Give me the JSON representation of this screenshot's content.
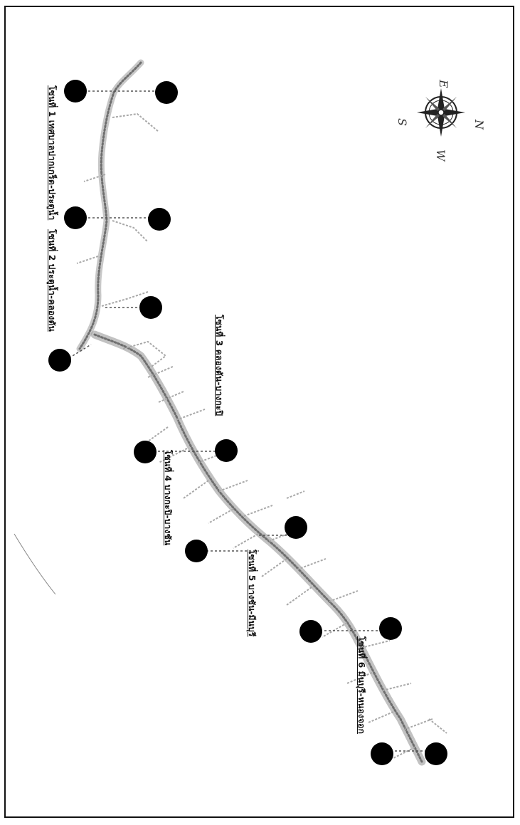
{
  "map": {
    "zones": [
      {
        "id": "zone-1",
        "label": "โซนที่ 1 เทศบาลปากเกร็ด-ประตูน้ำ"
      },
      {
        "id": "zone-2",
        "label": "โซนที่ 2 ประตูน้ำ-คลองตัน"
      },
      {
        "id": "zone-3",
        "label": "โซนที่ 3 คลองตัน-บางกะปิ"
      },
      {
        "id": "zone-4",
        "label": "โซนที่ 4 บางกะปิ-บางชัน"
      },
      {
        "id": "zone-5",
        "label": "โซนที่ 5 บางชัน-มีนบุรี"
      },
      {
        "id": "zone-6",
        "label": "โซนที่ 6 มีนบุรี-หนองจอก"
      }
    ],
    "compass": {
      "icon": "compass-rose-icon",
      "letters": {
        "north": "N",
        "south": "S",
        "east": "E",
        "west": "W"
      }
    },
    "colors": {
      "marker": "#000000",
      "canal": "#9a9a9a",
      "frame": "#111111"
    }
  }
}
